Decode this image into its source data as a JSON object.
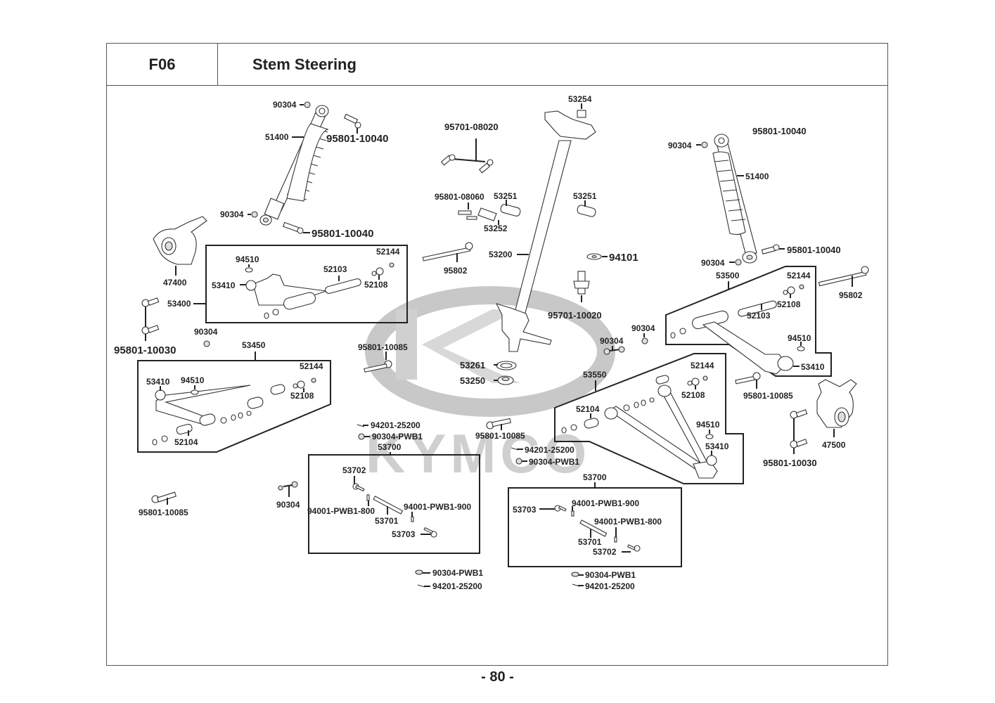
{
  "header": {
    "code": "F06",
    "title": "Stem Steering"
  },
  "page_number": "- 80 -",
  "watermark": {
    "brand": "KYMCO",
    "color": "#c8c8c8"
  },
  "labels": {
    "shock_left_top_nut": "90304",
    "shock_left": "51400",
    "shock_left_top_bolt": "95801-10040",
    "shock_left_bottom_nut": "90304",
    "shock_left_bottom_bolt": "95801-10040",
    "knuckle_left": "47400",
    "upper_arm_left": "53400",
    "upper_arm_left_clip": "94510",
    "upper_arm_left_balljoint": "53410",
    "upper_arm_left_collar": "52103",
    "upper_arm_left_nut": "52144",
    "upper_arm_left_bushing": "52108",
    "knuckle_left_bolt": "95801-10030",
    "nut_left_mid": "90304",
    "lower_arm_left": "53450",
    "lower_arm_left_balljoint": "53410",
    "lower_arm_left_clip": "94510",
    "lower_arm_left_nut": "52144",
    "lower_arm_left_bushing": "52108",
    "lower_arm_left_collar": "52104",
    "bolt_bottom_left": "95801-10085",
    "stem_bolts": "95701-08020",
    "holder_bolt": "95801-08060",
    "holder_left": "53251",
    "holder_plate": "53252",
    "holder_right": "53251",
    "stem_bush": "53254",
    "stem": "53200",
    "long_bolt_center": "95802",
    "washer": "94101",
    "stem_bolt_lower": "95701-10020",
    "bolt_center": "95801-10085",
    "seal": "53261",
    "bearing": "53250",
    "nut_center_a": "90304",
    "nut_center_b": "90304",
    "shock_right_top_bolt": "95801-10040",
    "shock_right_top_nut": "90304",
    "shock_right": "51400",
    "shock_right_bottom_bolt": "95801-10040",
    "shock_right_bottom_nut": "90304",
    "upper_arm_right": "53500",
    "upper_arm_right_nut": "52144",
    "upper_arm_right_bushing": "52108",
    "upper_arm_right_collar": "52103",
    "upper_arm_right_clip": "94510",
    "upper_arm_right_balljoint": "53410",
    "long_bolt_right": "95802",
    "lower_arm_right": "53550",
    "lower_arm_right_nut": "52144",
    "lower_arm_right_bushing": "52108",
    "lower_arm_right_collar": "52104",
    "lower_arm_right_clip": "94510",
    "lower_arm_right_balljoint": "53410",
    "bolt_right": "95801-10085",
    "knuckle_right": "47500",
    "knuckle_right_bolt": "95801-10030",
    "bolt_center_lower": "95801-10085",
    "tierod_left_cotter_top": "94201-25200",
    "tierod_left_nut_top": "90304-PWB1",
    "tierod_left": "53700",
    "tierod_left_end_a": "53702",
    "tierod_left_nut_side": "90304",
    "tierod_left_locknut_800": "94001-PWB1-800",
    "tierod_left_rod": "53701",
    "tierod_left_locknut_900": "94001-PWB1-900",
    "tierod_left_end_b": "53703",
    "tierod_left_nut_bottom": "90304-PWB1",
    "tierod_left_cotter_bottom": "94201-25200",
    "tierod_right_cotter_top": "94201-25200",
    "tierod_right_nut_top": "90304-PWB1",
    "tierod_right": "53700",
    "tierod_right_end_b": "53703",
    "tierod_right_locknut_900": "94001-PWB1-900",
    "tierod_right_locknut_800": "94001-PWB1-800",
    "tierod_right_rod": "53701",
    "tierod_right_end_a": "53702",
    "tierod_right_nut_bottom": "90304-PWB1",
    "tierod_right_cotter_bottom": "94201-25200"
  }
}
